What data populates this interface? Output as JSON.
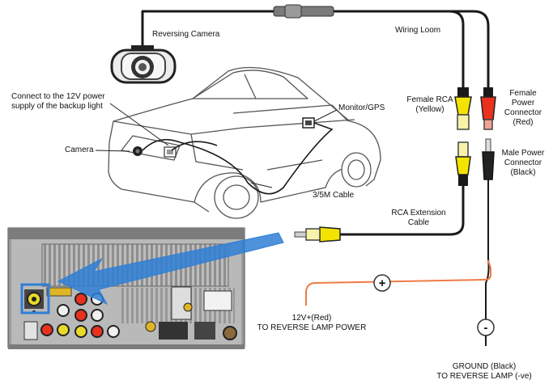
{
  "labels": {
    "reversing_camera": "Reversing Camera",
    "wiring_loom": "Wiring Loom",
    "connect_12v": [
      "Connect to the 12V power",
      "supply of the backup light"
    ],
    "monitor_gps": "Monitor/GPS",
    "camera": "Camera",
    "female_rca": [
      "Female RCA",
      "(Yellow)"
    ],
    "female_power": [
      "Female",
      "Power",
      "Connector",
      "(Red)"
    ],
    "male_power": [
      "Male Power",
      "Connector",
      "(Black)"
    ],
    "cable_3_5m": "3/5M  Cable",
    "rca_extension": [
      "RCA Extension",
      "Cable"
    ],
    "power_12v": [
      "12V+(Red)",
      "TO REVERSE LAMP POWER"
    ],
    "ground": [
      "GROUND (Black)",
      "TO REVERSE LAMP (-ve)"
    ]
  },
  "symbols": {
    "plus": "+",
    "minus": "-"
  },
  "colors": {
    "wire": "#1a1a1a",
    "rca_yellow": "#f2e400",
    "power_red": "#e8321e",
    "orange_wire": "#ef7b45",
    "arrow_blue": "#2f7fd6",
    "highlight_blue": "#2f7fd6",
    "head_unit_gray": "#9b9b9b"
  }
}
